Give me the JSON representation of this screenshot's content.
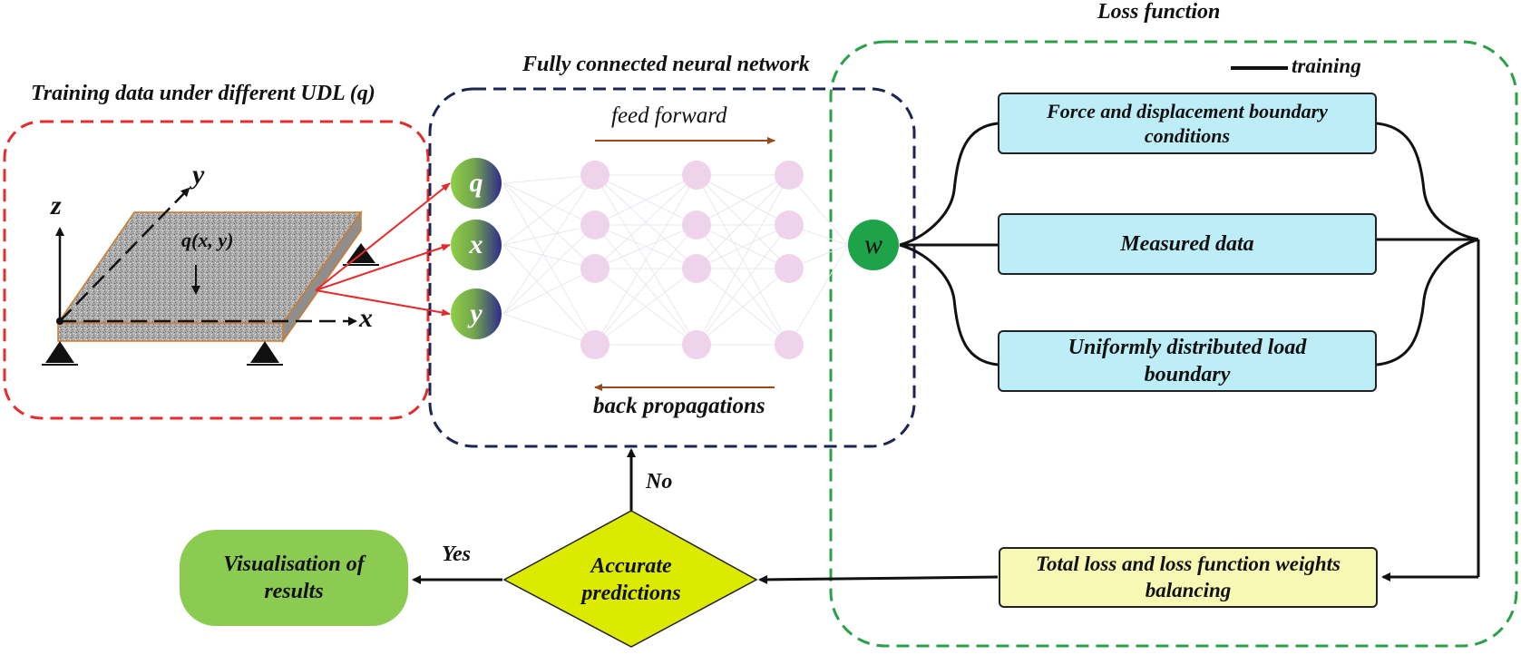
{
  "plate_panel": {
    "title": "Training  data under different UDL (q)",
    "axis_z": "z",
    "axis_y": "y",
    "axis_x": "x",
    "load_label": "q(x, y)"
  },
  "network_panel": {
    "title": "Fully connected neural network",
    "feed_forward": "feed forward",
    "back_propagation": "back propagations",
    "inputs": [
      "q",
      "x",
      "y"
    ],
    "output": "w"
  },
  "loss_panel": {
    "title": "Loss function",
    "legend": "training",
    "terms": [
      "Force and displacement boundary conditions",
      "Measured data",
      "Uniformly distributed  load boundary"
    ],
    "total": "Total loss and loss function weights balancing"
  },
  "decision": {
    "label": "Accurate predictions",
    "no": "No",
    "yes": "Yes"
  },
  "result": {
    "label": "Visualisation of results"
  },
  "colors": {
    "plate_border": "#e52b2b",
    "network_border": "#1c2450",
    "loss_border": "#2ca048",
    "input_link": "#e52b2b",
    "feed_arrow": "#9a4a1a",
    "hidden_node": "#efd3ea",
    "decision_fill": "#dcea00",
    "result_fill": "#8ccb52"
  }
}
